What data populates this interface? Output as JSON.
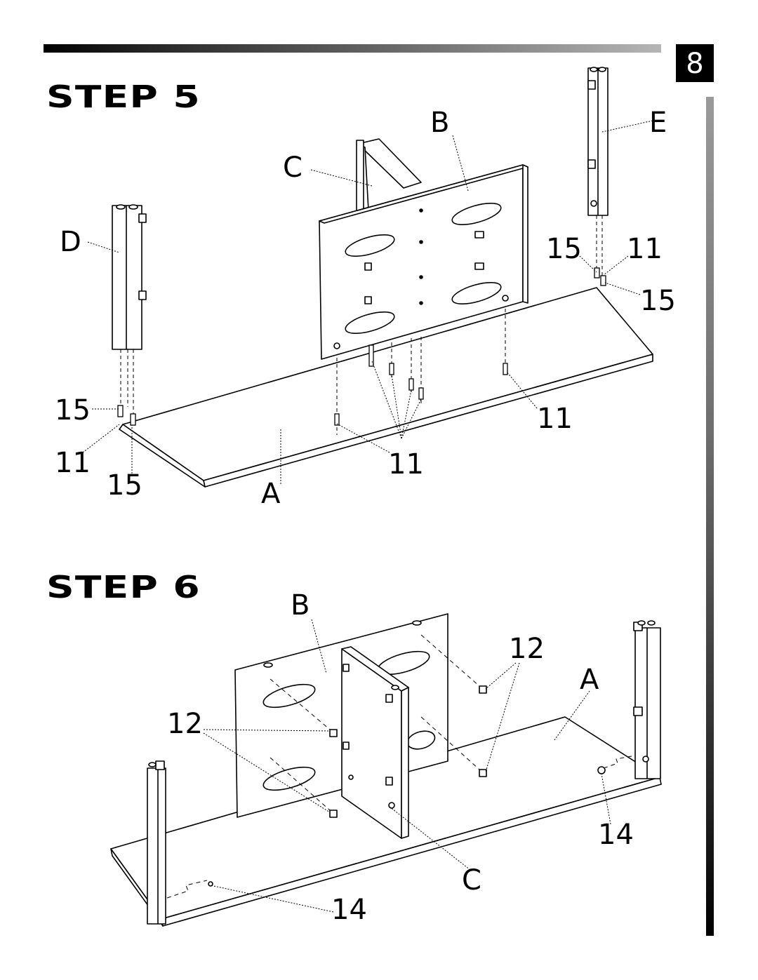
{
  "page": {
    "number": "8"
  },
  "steps": [
    {
      "title": "STEP 5",
      "labels": {
        "B": "B",
        "C": "C",
        "D": "D",
        "E": "E",
        "A": "A",
        "n15a": "15",
        "n11a": "11",
        "n15b": "15",
        "n15c": "15",
        "n11b": "11",
        "n15d": "15",
        "n11c": "11",
        "n11d": "11"
      }
    },
    {
      "title": "STEP 6",
      "labels": {
        "B": "B",
        "A": "A",
        "C": "C",
        "n12a": "12",
        "n12b": "12",
        "n14a": "14",
        "n14b": "14"
      }
    }
  ]
}
